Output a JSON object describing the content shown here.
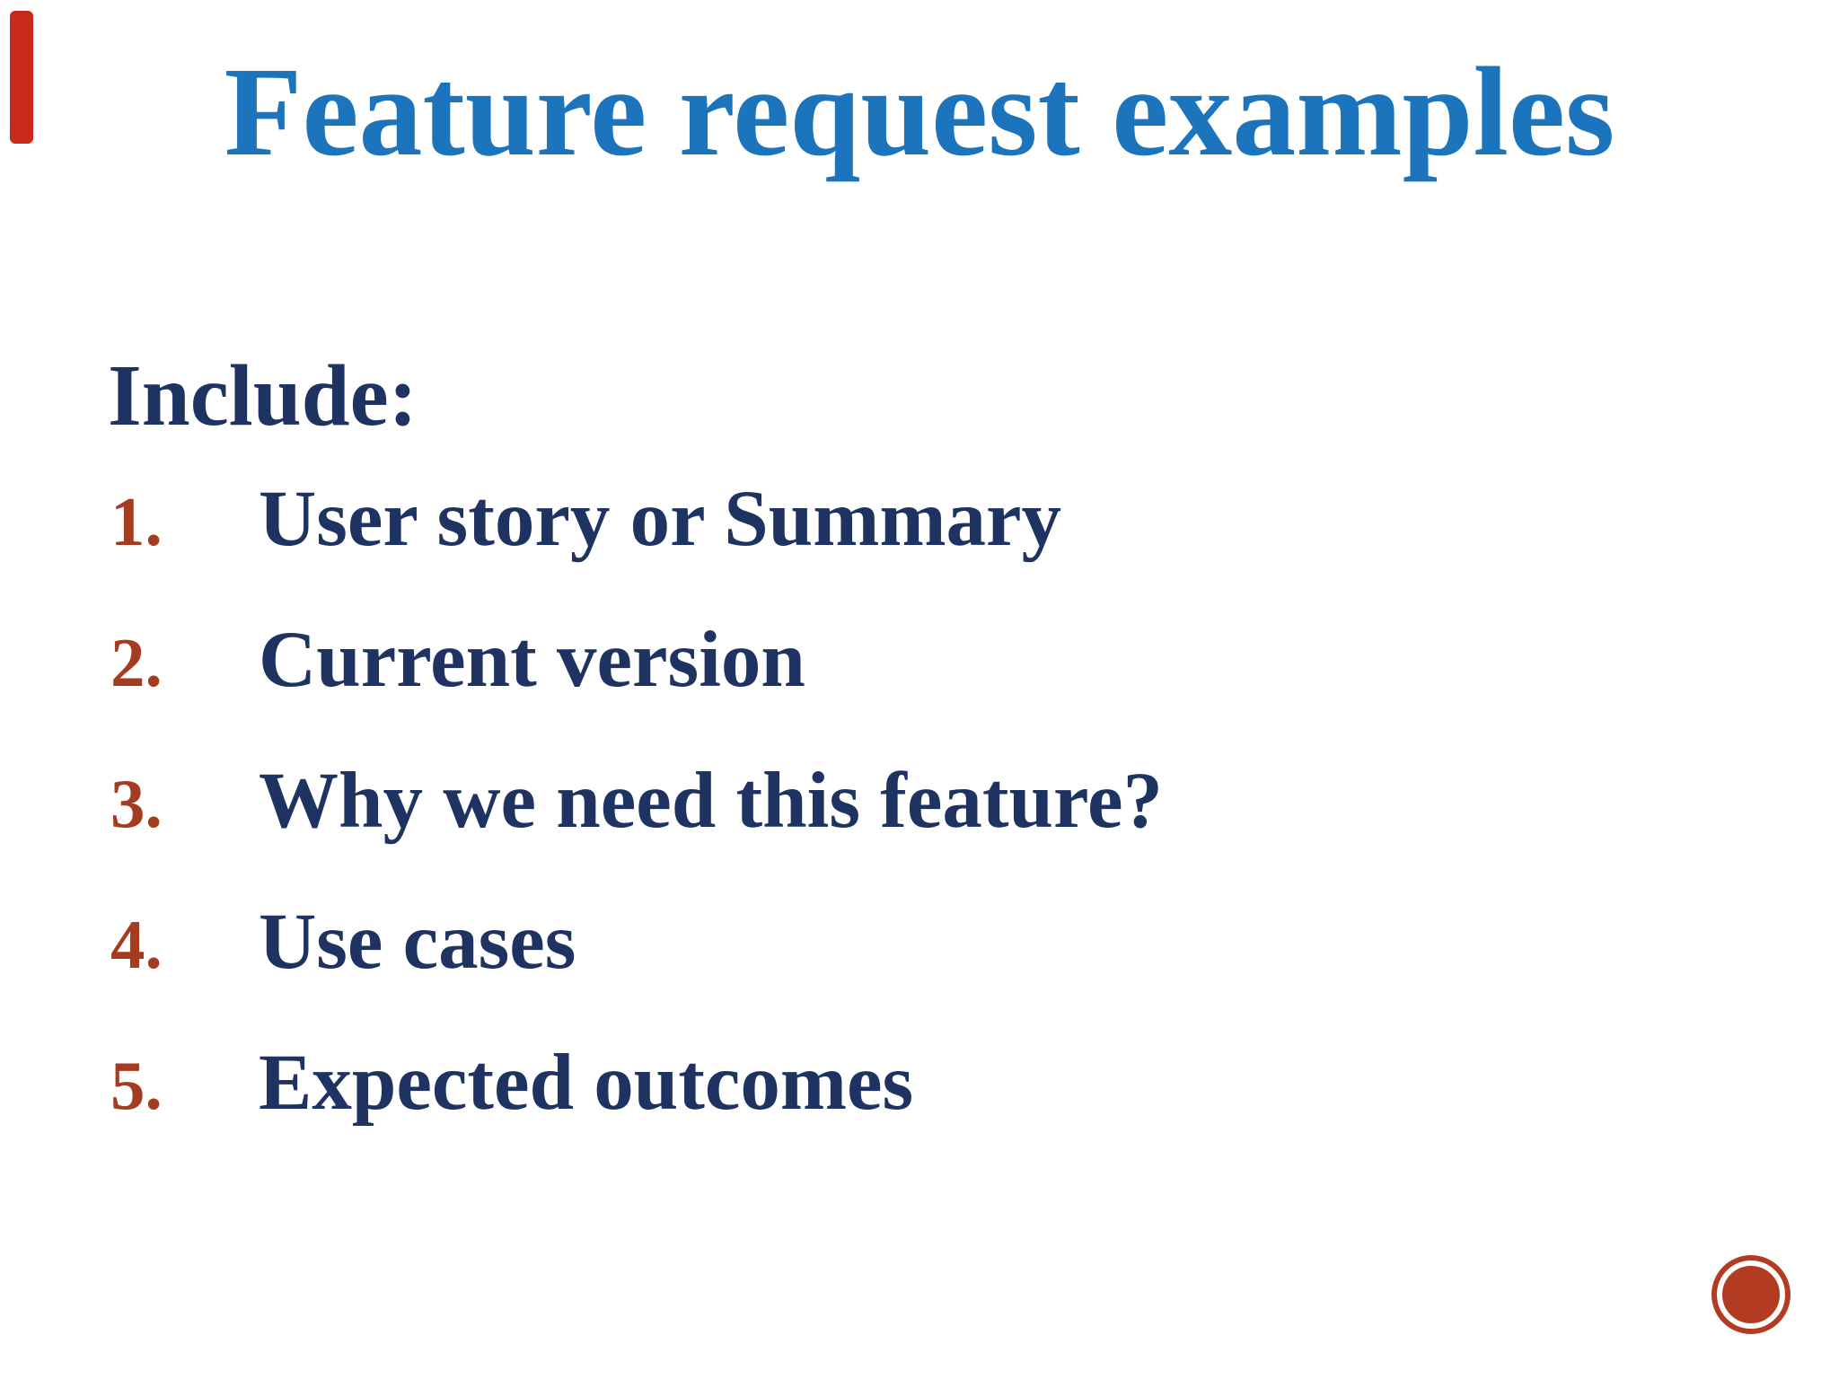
{
  "slide": {
    "title": "Feature request examples",
    "heading": "Include:",
    "list": {
      "items": [
        {
          "number": "1.",
          "label": "User story or Summary"
        },
        {
          "number": "2.",
          "label": "Current version"
        },
        {
          "number": "3.",
          "label": "Why we need this feature?"
        },
        {
          "number": "4.",
          "label": "Use cases"
        },
        {
          "number": "5.",
          "label": "Expected outcomes"
        }
      ]
    },
    "colors": {
      "background": "#FFFFFF",
      "title_blue": "#1C75BC",
      "body_navy": "#1E3361",
      "number_rust": "#A43C20",
      "circle_red": "#B33B22",
      "accent_red": "#C9291B"
    },
    "decorations": {
      "accent": "red-accent-bar",
      "badge": "red-circle-badge"
    }
  }
}
